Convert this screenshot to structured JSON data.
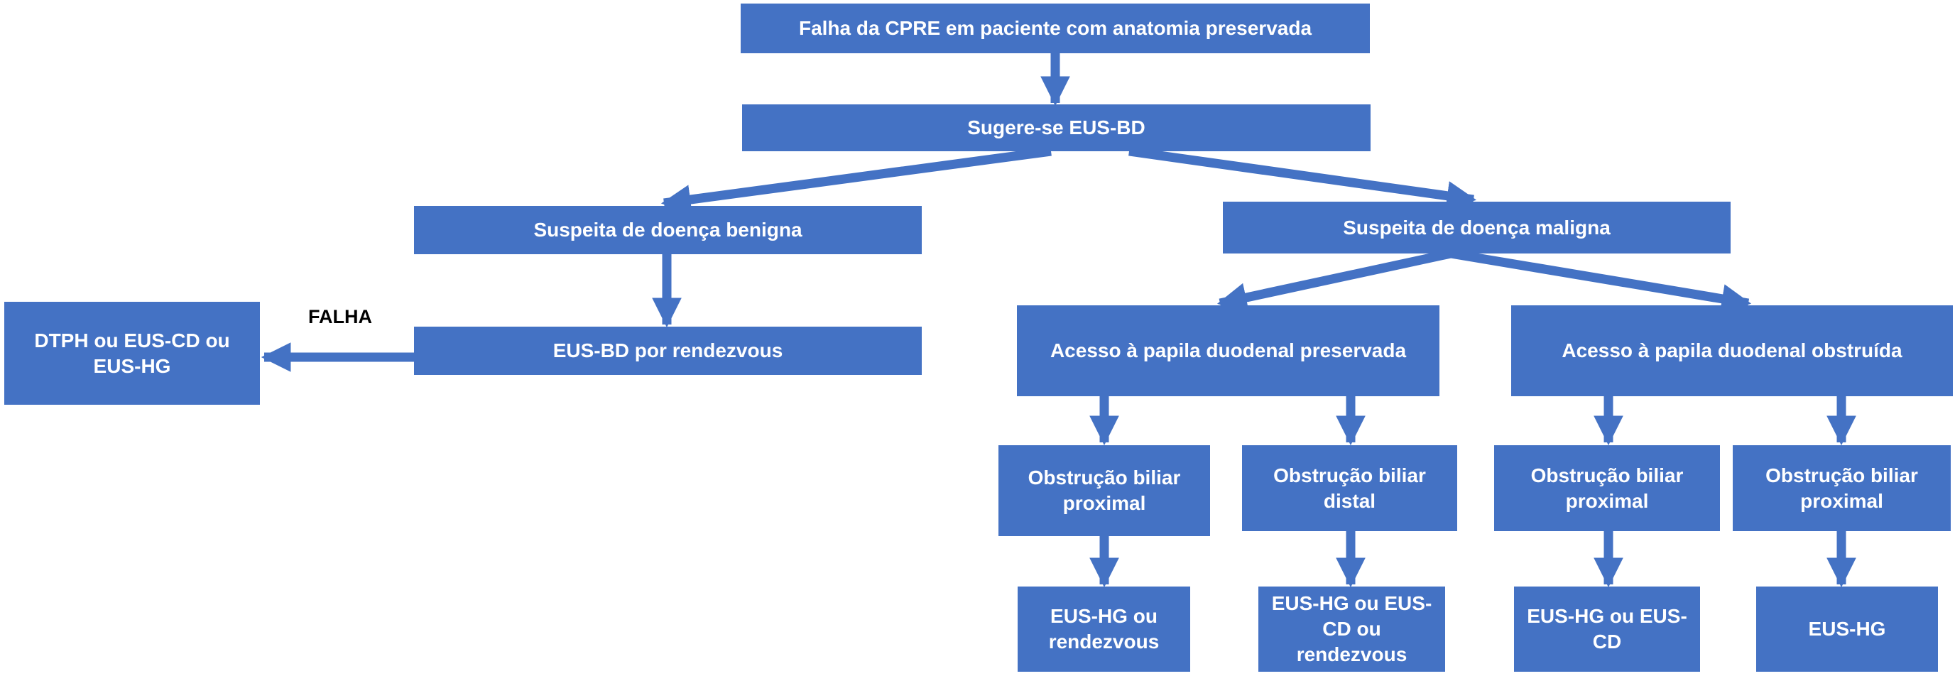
{
  "colors": {
    "box_fill": "#4472C4",
    "box_text": "#FFFFFF",
    "arrow": "#4472C4",
    "label_text": "#000000"
  },
  "nodes": {
    "root": "Falha da CPRE em paciente com anatomia preservada",
    "suggest": "Sugere-se EUS-BD",
    "benign": "Suspeita de doença benigna",
    "malignant": "Suspeita de doença maligna",
    "rendezvous": "EUS-BD por rendezvous",
    "dtph": "DTPH ou EUS-CD ou EUS-HG",
    "papila_preserved": "Acesso à papila duodenal preservada",
    "papila_obstructed": "Acesso à papila duodenal obstruída",
    "prox1": "Obstrução biliar proximal",
    "distal": "Obstrução biliar distal",
    "prox2": "Obstrução biliar proximal",
    "prox3": "Obstrução biliar proximal",
    "res1": "EUS-HG ou rendezvous",
    "res2": "EUS-HG ou EUS-CD ou rendezvous",
    "res3": "EUS-HG ou EUS-CD",
    "res4": "EUS-HG"
  },
  "edge_labels": {
    "falha": "FALHA"
  }
}
